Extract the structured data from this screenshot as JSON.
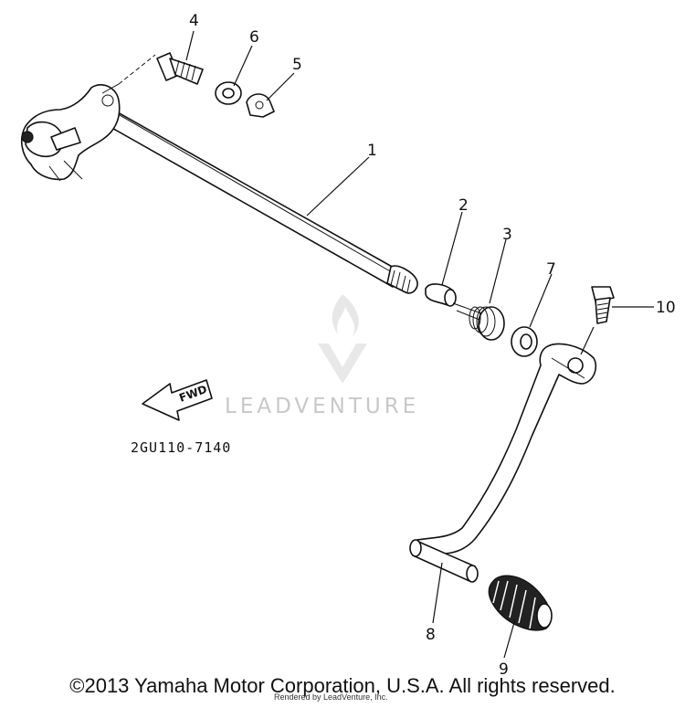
{
  "diagram": {
    "callouts": {
      "p1": "1",
      "p2": "2",
      "p3": "3",
      "p4": "4",
      "p5": "5",
      "p6": "6",
      "p7": "7",
      "p8": "8",
      "p9": "9",
      "p10": "10"
    },
    "fwd_label": "FWD",
    "drawing_code": "2GU110-7140",
    "watermark": "LEADVENTURE"
  },
  "footer": {
    "copyright": "©2013 Yamaha Motor Corporation, U.S.A. All rights reserved.",
    "rendered_by": "Rendered by LeadVenture, Inc."
  }
}
